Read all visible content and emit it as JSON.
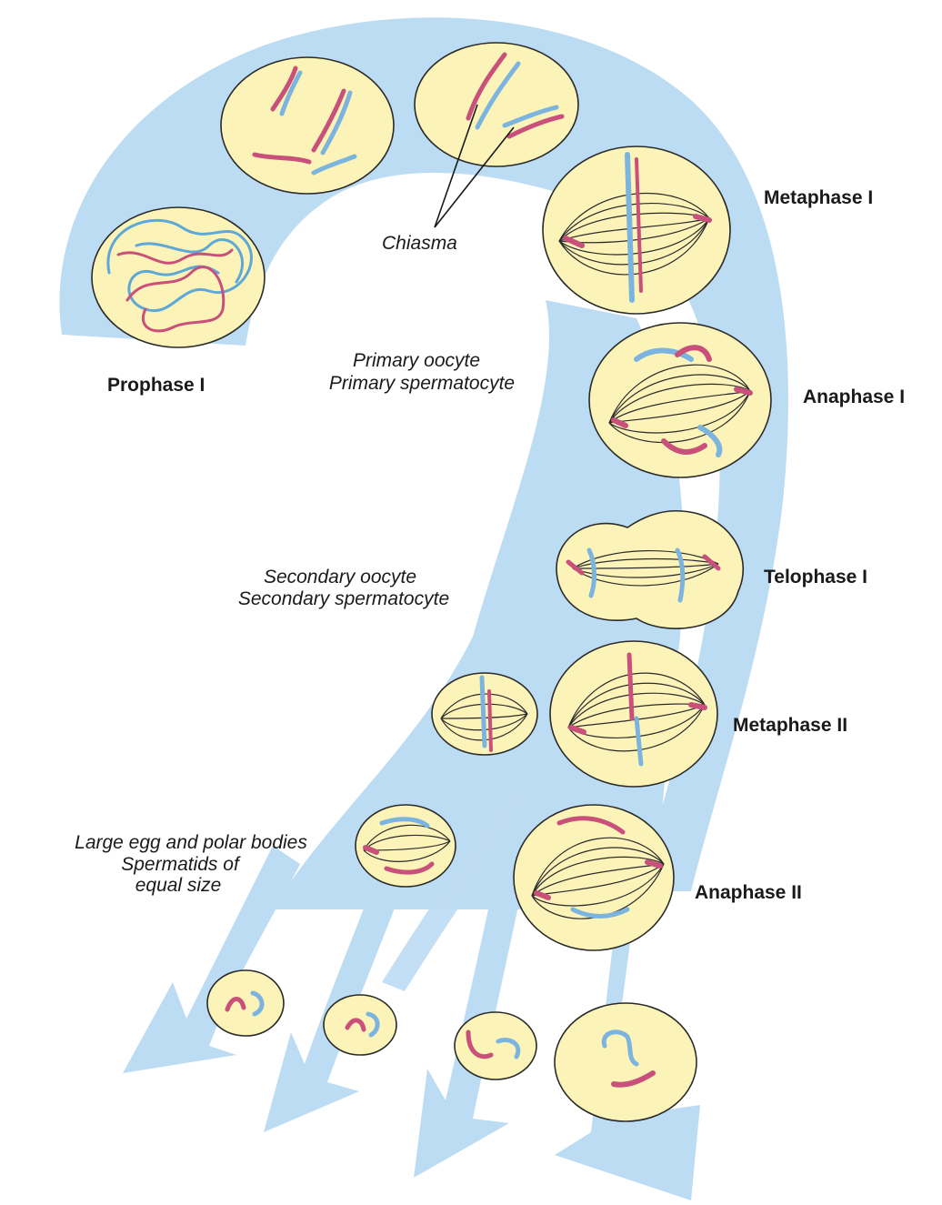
{
  "stages": {
    "prophase1": "Prophase I",
    "metaphase1": "Metaphase I",
    "anaphase1": "Anaphase I",
    "telophase1": "Telophase I",
    "metaphase2": "Metaphase II",
    "anaphase2": "Anaphase II"
  },
  "notes": {
    "chiasma": "Chiasma",
    "primary_1": "Primary oocyte",
    "primary_2": "Primary spermatocyte",
    "secondary_1": "Secondary oocyte",
    "secondary_2": "Secondary spermatocyte",
    "products_1": "Large egg and polar bodies",
    "products_2": "Spermatids of",
    "products_3": "equal size"
  },
  "colors": {
    "arrow": "#bcdcf4",
    "cell": "#fbf3b8",
    "chromosome_red": "#c8507a",
    "chromosome_blue": "#7cb4e0"
  }
}
